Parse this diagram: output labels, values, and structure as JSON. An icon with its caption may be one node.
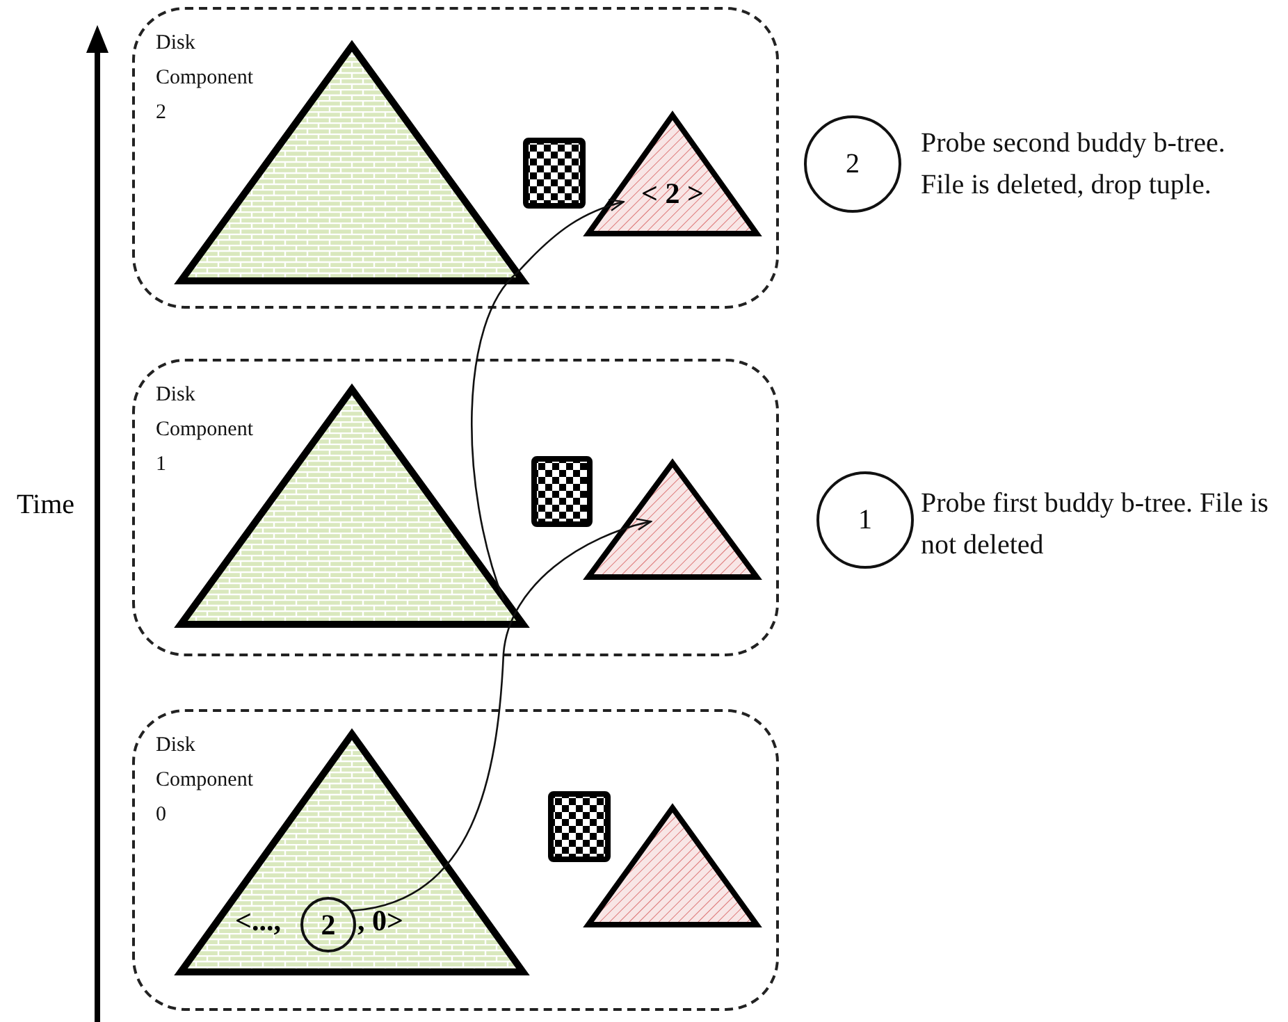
{
  "diagram": {
    "nodes": [
      {
        "text": [
          "Disk Component 2"
        ]
      },
      {
        "text": [],
        "shape": "triangle",
        "in": 0
      },
      {
        "text": [],
        "shape": "box",
        "in": 0
      },
      {
        "text": [
          "< 2 >"
        ],
        "in": 0
      },
      {
        "text": [
          "2"
        ],
        "beside": [
          "Probe second buddy b-tree. File is deleted, drop tuple."
        ]
      },
      {
        "text": [
          "Disk Component 1"
        ]
      },
      {
        "text": [],
        "shape": "triangle",
        "in": 5
      },
      {
        "text": [],
        "shape": "box",
        "in": 5
      },
      {
        "text": [],
        "shape": "triangle",
        "in": 5
      },
      {
        "text": [
          "1"
        ],
        "beside": [
          "Probe first buddy b-tree. File is not deleted"
        ]
      },
      {
        "text": [
          "Disk Component 0"
        ]
      },
      {
        "text": [
          "<...,",
          ", 0>"
        ],
        "in": 10
      },
      {
        "text": [
          "2"
        ],
        "in": 11
      },
      {
        "text": [],
        "shape": "box",
        "in": 10
      },
      {
        "text": [],
        "shape": "triangle",
        "in": 10
      }
    ],
    "edges": [
      {
        "from": 12,
        "to": 8,
        "arrow": "to"
      },
      {
        "from": 6,
        "to": 3,
        "arrow": "to"
      }
    ],
    "labels": [
      "Time"
    ]
  }
}
